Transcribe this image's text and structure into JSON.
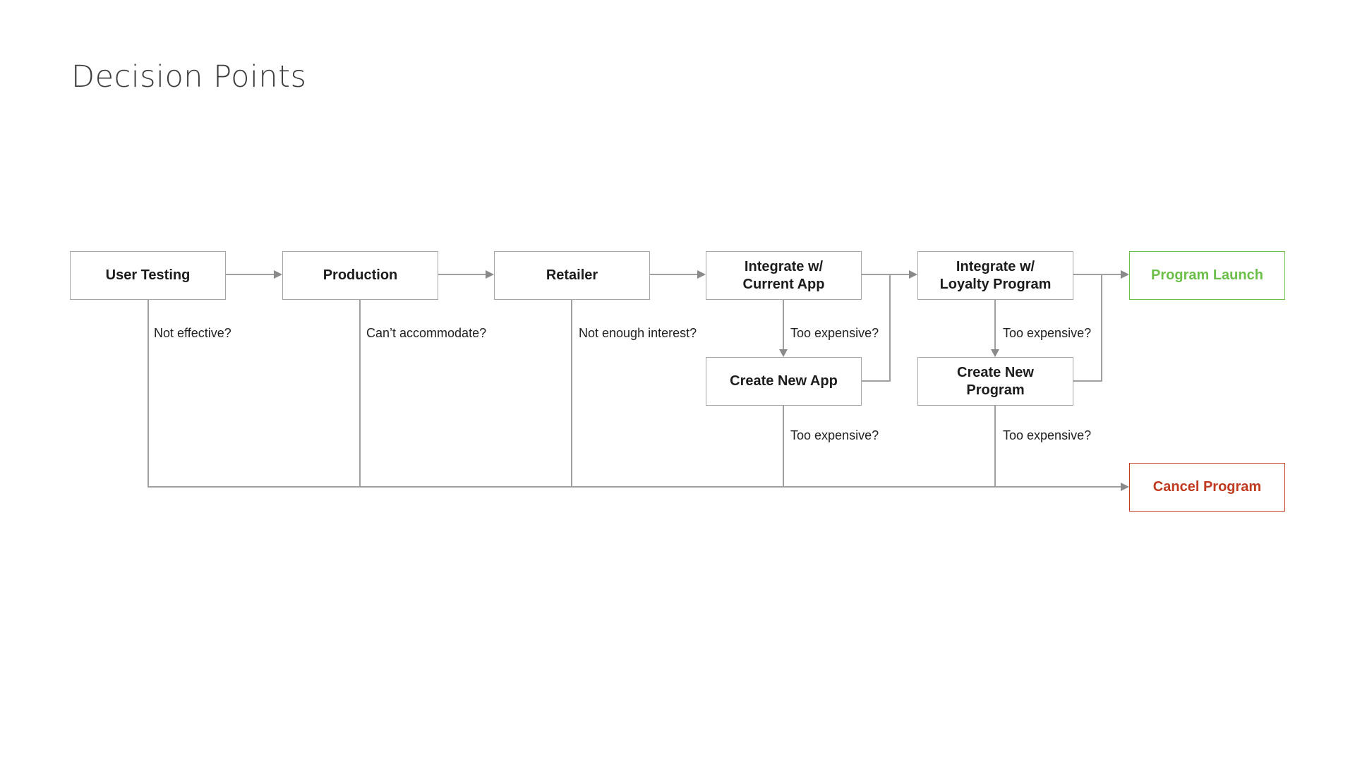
{
  "title": "Decision Points",
  "colors": {
    "green": "#6cbf48",
    "red": "#bf3a1e",
    "line": "#a0a0a0",
    "arrow": "#8a8a8a",
    "border": "#a6a6a6",
    "ink": "#1c1c1c",
    "ink2": "#212121",
    "title-ink": "#3c3c3c"
  },
  "flow": {
    "stages": [
      {
        "label": "User Testing",
        "lines": [
          "User Testing"
        ],
        "fail_condition": "Not effective?"
      },
      {
        "label": "Production",
        "lines": [
          "Production"
        ],
        "fail_condition": "Can’t accommodate?"
      },
      {
        "label": "Retailer",
        "lines": [
          "Retailer"
        ],
        "fail_condition": "Not enough interest?"
      },
      {
        "label": "Integrate w/ Current App",
        "lines": [
          "Integrate w/",
          "Current App"
        ],
        "fail_condition": "Too expensive?"
      },
      {
        "label": "Integrate w/ Loyalty Program",
        "lines": [
          "Integrate w/",
          "Loyalty Program"
        ],
        "fail_condition": "Too expensive?"
      }
    ],
    "fallbacks": [
      {
        "label": "Create New App",
        "lines": [
          "Create New App"
        ],
        "fail_condition": "Too expensive?"
      },
      {
        "label": "Create New Program",
        "lines": [
          "Create New",
          "Program"
        ],
        "fail_condition": "Too expensive?"
      }
    ],
    "outcomes": {
      "success": {
        "label": "Program Launch"
      },
      "failure": {
        "label": "Cancel Program"
      }
    }
  }
}
